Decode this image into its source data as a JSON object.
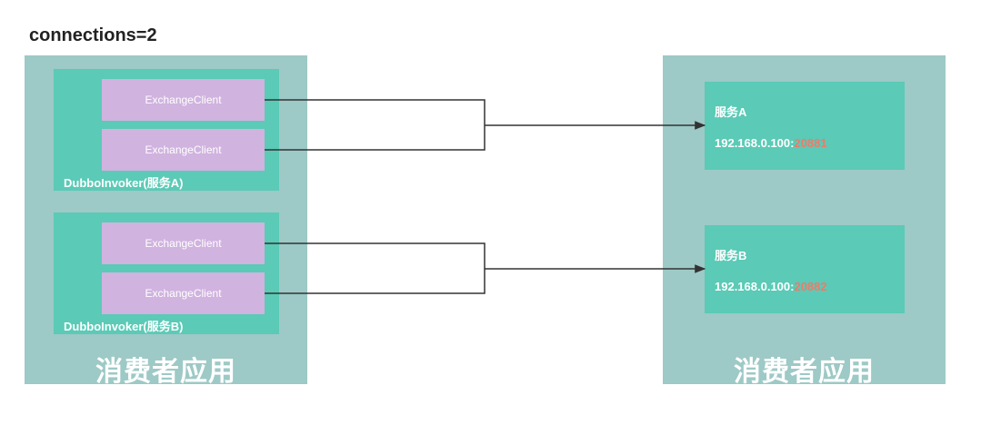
{
  "title": "connections=2",
  "consumer": {
    "label": "消费者应用",
    "groups": [
      {
        "label": "DubboInvoker(服务A)",
        "clients": [
          "ExchangeClient",
          "ExchangeClient"
        ]
      },
      {
        "label": "DubboInvoker(服务B)",
        "clients": [
          "ExchangeClient",
          "ExchangeClient"
        ]
      }
    ]
  },
  "provider": {
    "label": "消费者应用",
    "services": [
      {
        "name": "服务A",
        "host": "192.168.0.100:",
        "port": "20881"
      },
      {
        "name": "服务B",
        "host": "192.168.0.100:",
        "port": "20882"
      }
    ]
  },
  "colors": {
    "panel": "#9dc9c6",
    "group": "#5bcab6",
    "client": "#d0b3df",
    "port": "#f07a6a",
    "line": "#333333"
  }
}
